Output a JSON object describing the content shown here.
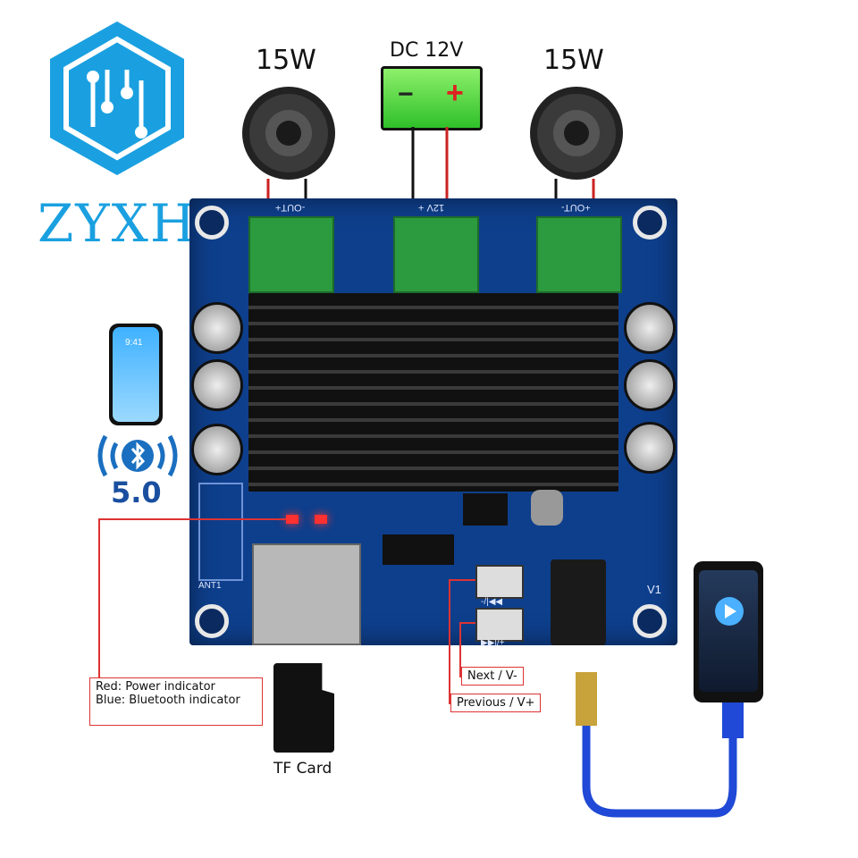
{
  "brand": {
    "name": "ZYXH"
  },
  "power": {
    "label": "DC 12V",
    "minus": "−",
    "plus": "+"
  },
  "speakers": {
    "left_label": "15W",
    "right_label": "15W"
  },
  "bluetooth": {
    "version": "5.0"
  },
  "phone": {
    "time": "9:41"
  },
  "board": {
    "out_left": "-OUT+",
    "v12": "12V +",
    "out_right": "+OUT-",
    "antenna": "ANT1",
    "version": "V1",
    "btn_next_mark": "-/|◀◀",
    "btn_prev_mark": "▶▶|/+"
  },
  "callouts": {
    "indicator_red": "Red: Power indicator",
    "indicator_blue": "Blue: Bluetooth indicator",
    "next": "Next / V-",
    "previous": "Previous / V+"
  },
  "tf_card": {
    "label": "TF Card"
  },
  "colors": {
    "pcb": "#0e3f8c",
    "terminal": "#2c9a3e",
    "accent": "#1aa0e0",
    "callout": "#d33333"
  }
}
